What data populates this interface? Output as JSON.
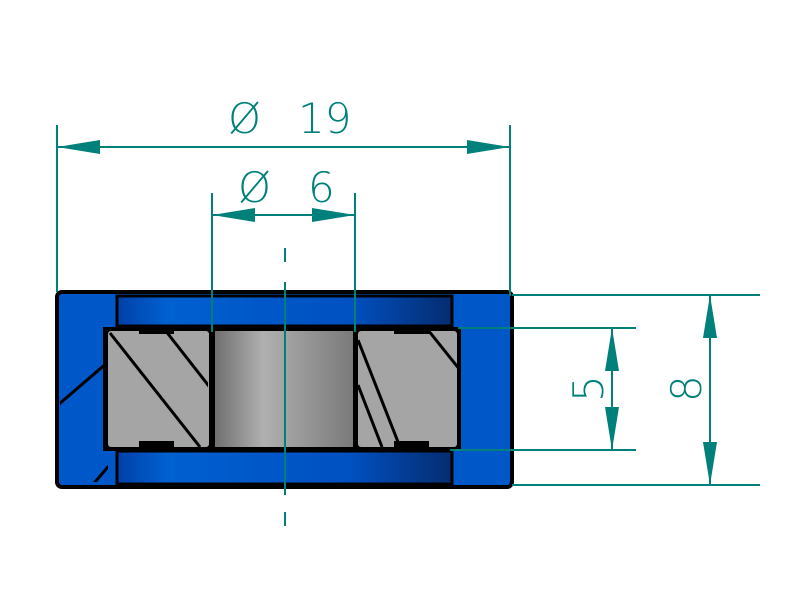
{
  "dimensions": {
    "outer_diameter": {
      "symbol": "Ø",
      "value": "19"
    },
    "inner_diameter": {
      "symbol": "Ø",
      "value": "6"
    },
    "inner_height": {
      "value": "5"
    },
    "outer_height": {
      "value": "8"
    }
  },
  "colors": {
    "dimension": "#00807a",
    "housing": "#0058c8",
    "insert": "#9a9a9a",
    "outline": "#000000"
  }
}
